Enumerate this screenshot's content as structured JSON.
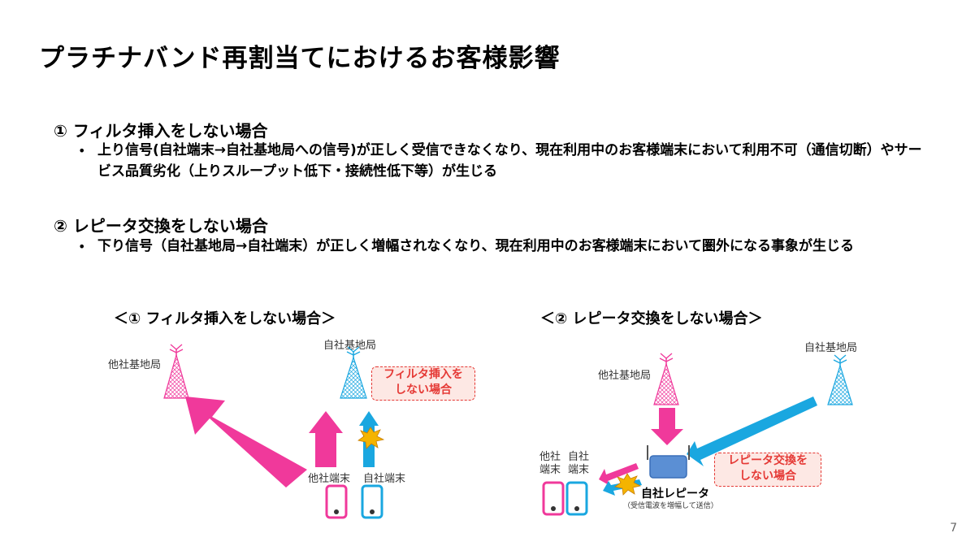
{
  "title": "プラチナバンド再割当てにおけるお客様影響",
  "sections": [
    {
      "heading": "① フィルタ挿入をしない場合",
      "bullet": "上り信号(自社端末→自社基地局への信号)が正しく受信できなくなり、現在利用中のお客様端末において利用不可（通信切断）やサービス品質劣化（上りスループット低下・接続性低下等）が生じる"
    },
    {
      "heading": "② レピータ交換をしない場合",
      "bullet": "下り信号（自社基地局→自社端末）が正しく増幅されなくなり、現在利用中のお客様端末において圏外になる事象が生じる"
    }
  ],
  "diagram1": {
    "caption": "＜① フィルタ挿入をしない場合＞",
    "other_station": "他社基地局",
    "own_station": "自社基地局",
    "callout": "フィルタ挿入を\nしない場合",
    "other_terminal": "他社端末",
    "own_terminal": "自社端末"
  },
  "diagram2": {
    "caption": "＜② レピータ交換をしない場合＞",
    "other_station": "他社基地局",
    "own_station": "自社基地局",
    "other_terminal": "他社\n端末",
    "own_terminal": "自社\n端末",
    "callout": "レピータ交換を\nしない場合",
    "repeater_label": "自社レピータ",
    "repeater_sub": "（受信電波を増幅して送信）"
  },
  "page_number": "7",
  "colors": {
    "pink": "#f0399b",
    "blue": "#1aa7e0",
    "red": "#e53935",
    "gold": "#f4b400"
  }
}
